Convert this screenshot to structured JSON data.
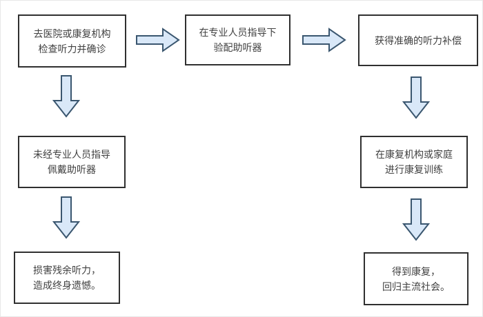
{
  "canvas": {
    "background": "#ffffff",
    "border_color": "#e8e8e8"
  },
  "flowchart": {
    "colors": {
      "box_fill": "#ffffff",
      "box_border": "#2f2f2f",
      "text": "#404040",
      "arrow_fill": "#d9e8f8",
      "arrow_stroke": "#3a566f"
    },
    "nodes": [
      {
        "id": "check-hearing",
        "lines": [
          "去医院或康复机构",
          "检查听力并确诊"
        ]
      },
      {
        "id": "professional-fitting",
        "lines": [
          "在专业人员指导下",
          "验配助听器"
        ]
      },
      {
        "id": "accurate-compensation",
        "lines": [
          "获得准确的听力补偿"
        ]
      },
      {
        "id": "no-professional-guidance",
        "lines": [
          "未经专业人员指导",
          "佩戴助听器"
        ]
      },
      {
        "id": "damage-residual-hearing",
        "lines": [
          "损害残余听力，",
          "造成终身遗憾。"
        ]
      },
      {
        "id": "rehab-training",
        "lines": [
          "在康复机构或家庭",
          "进行康复训练"
        ]
      },
      {
        "id": "recovery",
        "lines": [
          "得到康复，",
          "回归主流社会。"
        ]
      }
    ],
    "arrows": [
      {
        "id": "arrow-check-to-fitting",
        "direction": "right",
        "from": "check-hearing",
        "to": "professional-fitting"
      },
      {
        "id": "arrow-fitting-to-compensate",
        "direction": "right",
        "from": "professional-fitting",
        "to": "accurate-compensation"
      },
      {
        "id": "arrow-check-to-unguided",
        "direction": "down",
        "from": "check-hearing",
        "to": "no-professional-guidance"
      },
      {
        "id": "arrow-unguided-to-damage",
        "direction": "down",
        "from": "no-professional-guidance",
        "to": "damage-residual-hearing"
      },
      {
        "id": "arrow-compensate-to-rehab",
        "direction": "down",
        "from": "accurate-compensation",
        "to": "rehab-training"
      },
      {
        "id": "arrow-rehab-to-recovery",
        "direction": "down",
        "from": "rehab-training",
        "to": "recovery"
      }
    ]
  }
}
